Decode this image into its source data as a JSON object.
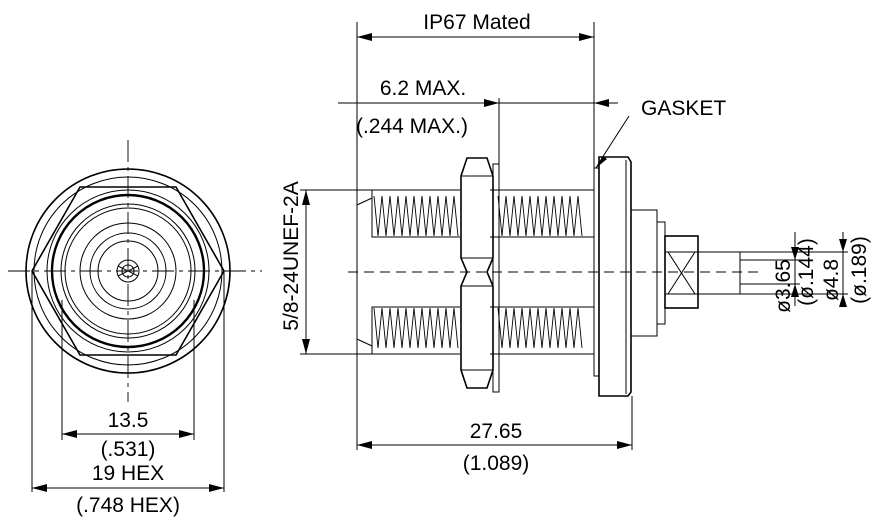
{
  "dimensions": {
    "mated_length": "IP67 Mated",
    "gasket_gap_mm": "6.2 MAX.",
    "gasket_gap_in": "(.244 MAX.)",
    "gasket_label": "GASKET",
    "thread_spec": "5/8-24UNEF-2A",
    "bore_mm": "13.5",
    "bore_in": "(.531)",
    "hex_mm": "19 HEX",
    "hex_in": "(.748 HEX)",
    "overall_mm": "27.65",
    "overall_in": "(1.089)",
    "pin_mm": "ø3.65",
    "pin_in": "(ø.144)",
    "sleeve_mm": "ø4.8",
    "sleeve_in": "(ø.189)"
  }
}
